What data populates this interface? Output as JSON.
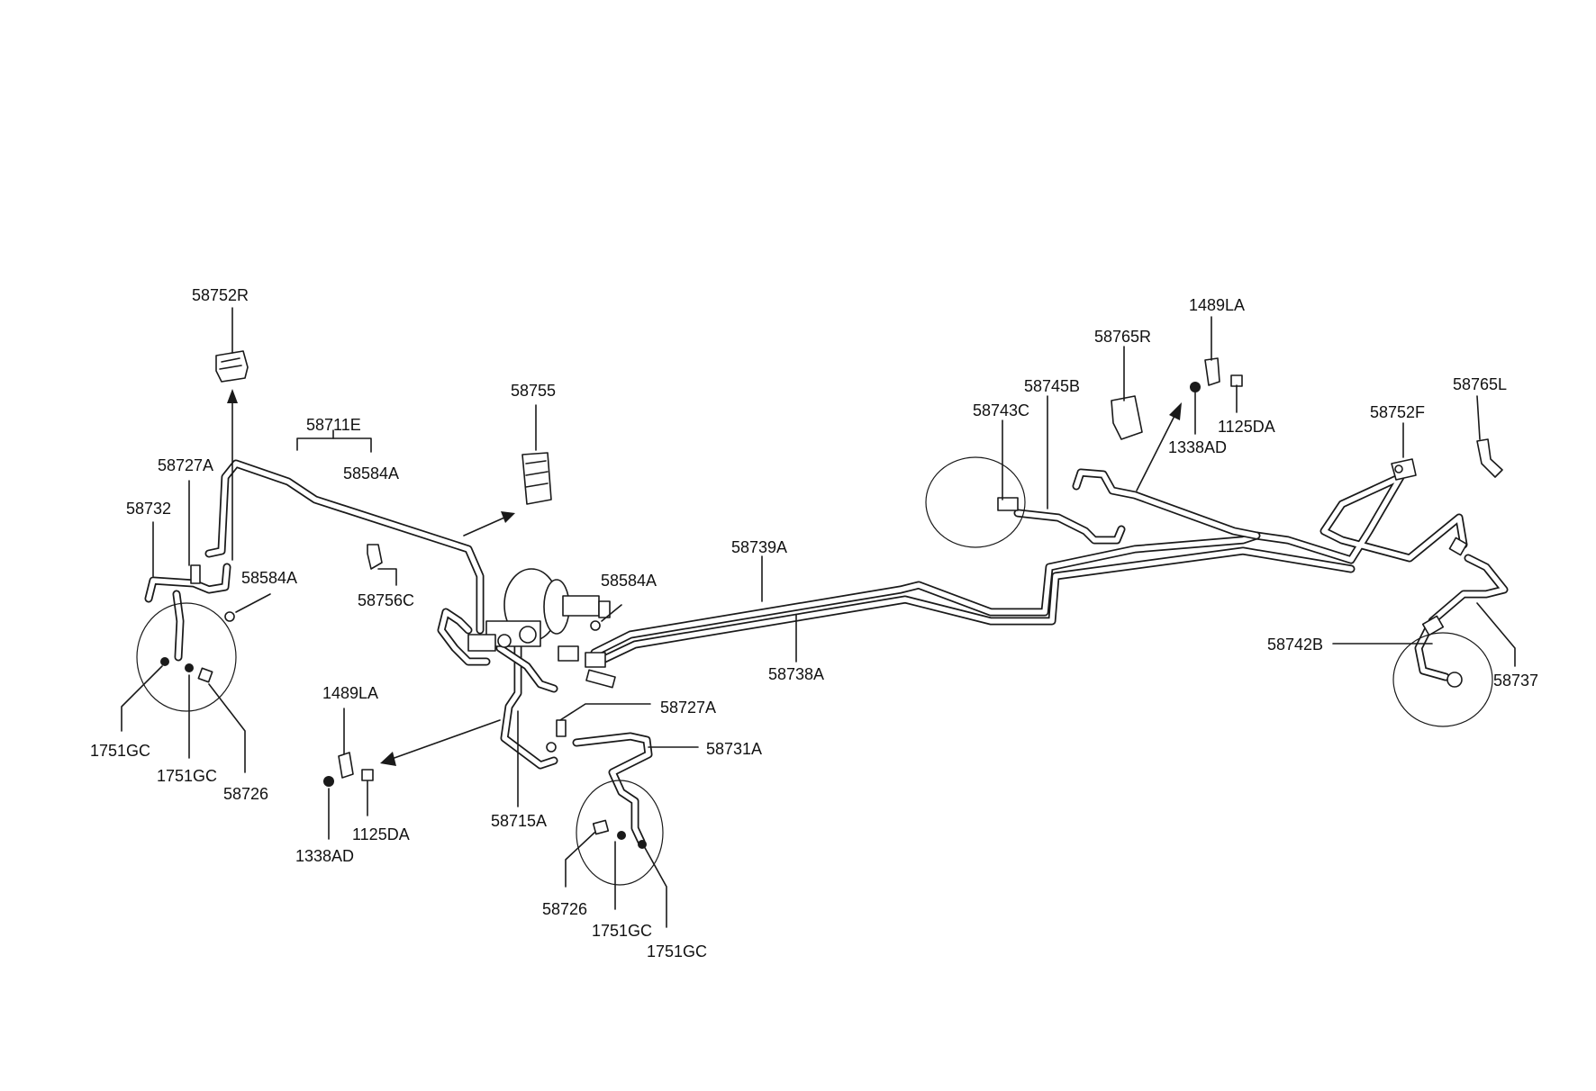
{
  "diagram": {
    "labels": {
      "p58752R": "58752R",
      "p58711E": "58711E",
      "p58584A_top": "58584A",
      "p58727A_left": "58727A",
      "p58732": "58732",
      "p58584A_left": "58584A",
      "p58756C": "58756C",
      "p58755": "58755",
      "p58584A_mid": "58584A",
      "p1751GC_left1": "1751GC",
      "p1751GC_left2": "1751GC",
      "p58726_left": "58726",
      "p1489LA_left": "1489LA",
      "p1338AD_left": "1338AD",
      "p1125DA_left": "1125DA",
      "p58727A_mid": "58727A",
      "p58731A": "58731A",
      "p58715A": "58715A",
      "p58726_bottom": "58726",
      "p1751GC_bottom1": "1751GC",
      "p1751GC_bottom2": "1751GC",
      "p58739A": "58739A",
      "p58738A": "58738A",
      "p58765R": "58765R",
      "p1489LA_right": "1489LA",
      "p58745B": "58745B",
      "p58743C": "58743C",
      "p1338AD_right": "1338AD",
      "p1125DA_right": "1125DA",
      "p58752F": "58752F",
      "p58765L": "58765L",
      "p58742B": "58742B",
      "p58737": "58737"
    }
  }
}
